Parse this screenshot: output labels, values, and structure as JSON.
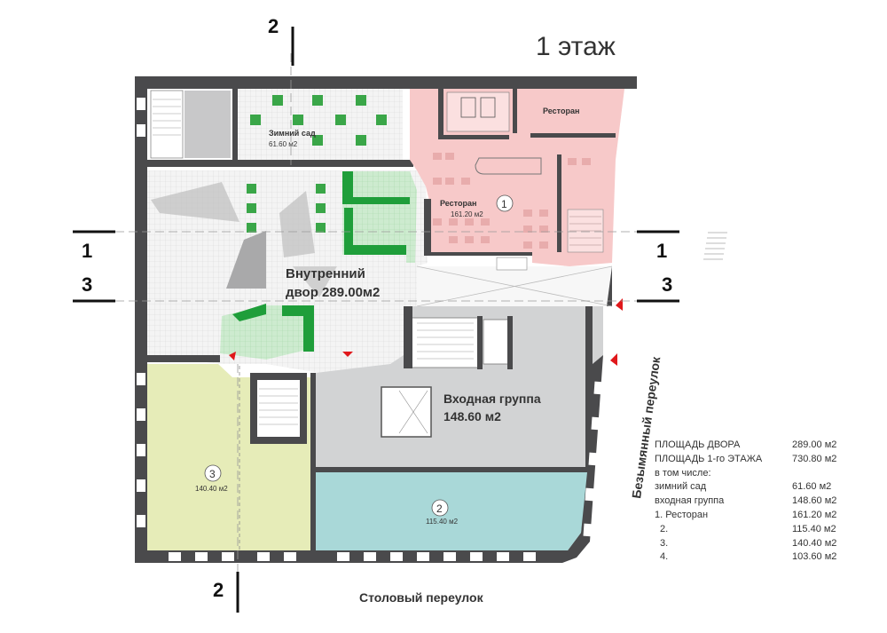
{
  "title": "1 этаж",
  "section_marks": {
    "s1": "1",
    "s2": "2",
    "s3": "3"
  },
  "streets": {
    "bottom": "Столовый переулок",
    "right": "Безымянный переулок"
  },
  "rooms": {
    "winter_garden": {
      "name": "Зимний сад",
      "area": "61.60 м2"
    },
    "restaurant_top": {
      "name": "Ресторан"
    },
    "restaurant_main": {
      "name": "Ресторан",
      "area": "161.20 м2",
      "number": "1"
    },
    "courtyard": {
      "name": "Внутренний",
      "name2": "двор 289.00м2"
    },
    "entry_group": {
      "name": "Входная группа",
      "area": "148.60 м2"
    },
    "room2": {
      "number": "2",
      "area": "115.40 м2"
    },
    "room3": {
      "number": "3",
      "area": "140.40 м2"
    }
  },
  "legend": {
    "rows": [
      {
        "label": "ПЛОЩАДЬ ДВОРА",
        "value": "289.00 м2"
      },
      {
        "label": "ПЛОЩАДЬ 1-го ЭТАЖА",
        "value": "730.80 м2"
      },
      {
        "label": "в том числе:",
        "value": ""
      },
      {
        "label": "зимний сад",
        "value": "61.60 м2"
      },
      {
        "label": "входная группа",
        "value": "148.60 м2"
      },
      {
        "label": "1. Ресторан",
        "value": "161.20 м2"
      },
      {
        "label": "2.",
        "value": "115.40 м2"
      },
      {
        "label": "3.",
        "value": "140.40 м2"
      },
      {
        "label": "4.",
        "value": "103.60 м2"
      }
    ]
  },
  "colors": {
    "wall": "#4a4a4c",
    "restaurant": "#f7c9c9",
    "entry": "#d2d3d4",
    "room2": "#a9d8d8",
    "room3": "#e6ecb8",
    "green": "#1f9e3a",
    "courtyard_paving": "#ececec"
  }
}
